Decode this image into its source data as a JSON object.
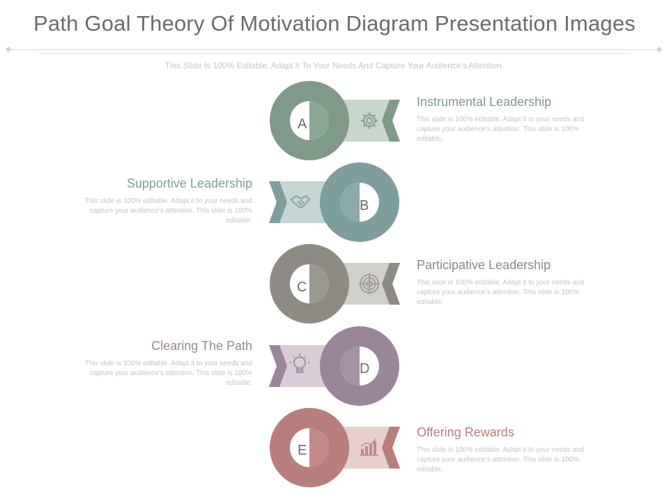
{
  "title": "Path Goal Theory Of Motivation Diagram Presentation Images",
  "subtitle": "This Slide Is 100% Editable. Adapt It To Your Needs And Capture Your Audience's Attention.",
  "steps": [
    {
      "letter": "A",
      "title": "Instrumental  Leadership",
      "desc": "This slide is 100% editable. Adapt it to your needs and capture your audience's attention. This slide is 100% editable.",
      "icon": "gear-icon",
      "color": "#7f9a88",
      "ribbon": "#c9d6cc",
      "side": "right"
    },
    {
      "letter": "B",
      "title": "Supportive  Leadership",
      "desc": "This slide is 100% editable. Adapt it to your needs and capture your audience's attention. This slide is 100% editable.",
      "icon": "handshake-icon",
      "color": "#7d9e9c",
      "ribbon": "#c4d5d3",
      "side": "left"
    },
    {
      "letter": "C",
      "title": "Participative Leadership",
      "desc": "This slide is 100% editable. Adapt it to your needs and capture your audience's attention. This slide is 100% editable.",
      "icon": "target-icon",
      "color": "#8e8a84",
      "ribbon": "#d2d0cb",
      "side": "right"
    },
    {
      "letter": "D",
      "title": "Clearing The Path",
      "desc": "This slide is 100% editable. Adapt it to your needs and capture your audience's attention. This slide is 100% editable.",
      "icon": "lightbulb-icon",
      "color": "#9b8599",
      "ribbon": "#d8ccd6",
      "side": "left"
    },
    {
      "letter": "E",
      "title": "Offering Rewards",
      "desc": "This slide is 100% editable. Adapt it to your needs and capture your audience's attention. This slide is 100% editable.",
      "icon": "bar-chart-icon",
      "color": "#b77e7b",
      "ribbon": "#e6cfcd",
      "side": "right"
    }
  ]
}
